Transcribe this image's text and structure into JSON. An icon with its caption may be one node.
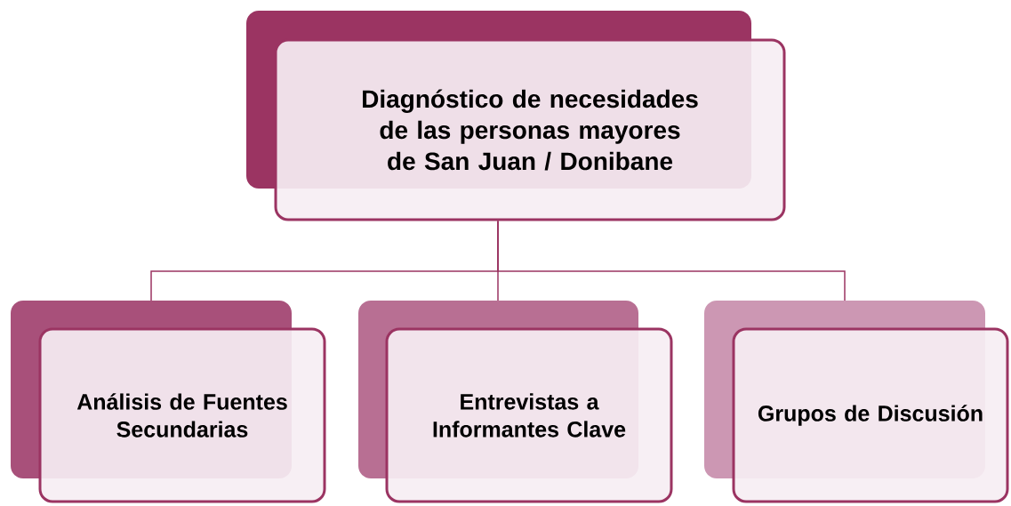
{
  "diagram": {
    "nodes": [
      {
        "text": [
          "Diagnóstico de necesidades de las personas mayores de San Juan / Donibane"
        ]
      },
      {
        "text": [
          "Análisis de Fuentes Secundarias"
        ]
      },
      {
        "text": [
          "Entrevistas a Informantes Clave"
        ]
      },
      {
        "text": [
          "Grupos de Discusión"
        ]
      }
    ],
    "edges": [
      {
        "from": 0,
        "to": 1,
        "arrow": "none"
      },
      {
        "from": 0,
        "to": 2,
        "arrow": "none"
      },
      {
        "from": 0,
        "to": 3,
        "arrow": "none"
      }
    ]
  }
}
